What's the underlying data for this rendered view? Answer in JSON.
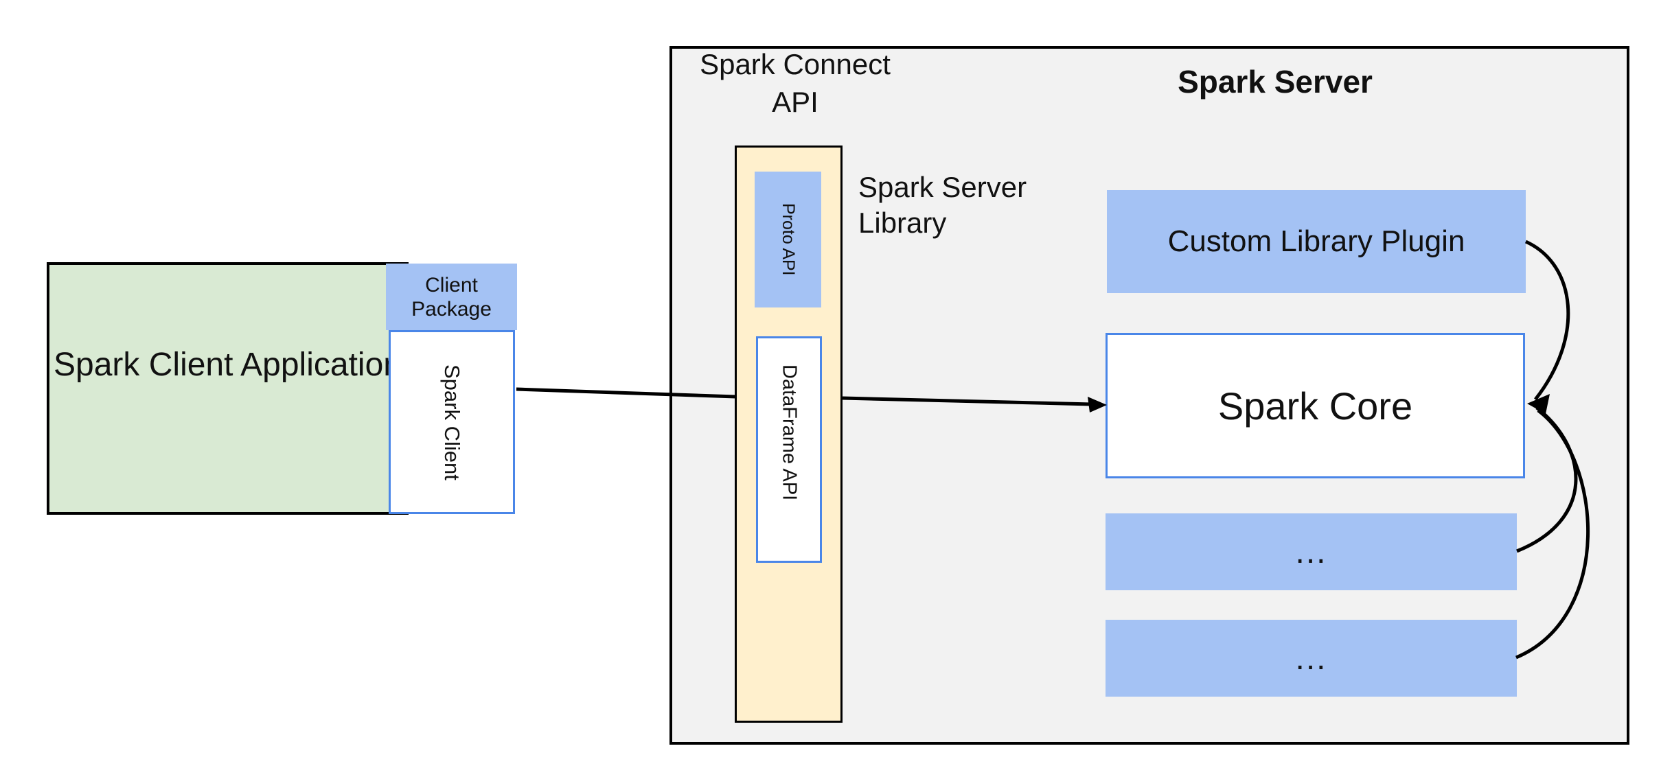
{
  "colors": {
    "canvas-bg": "#ffffff",
    "green-fill": "#d9ead3",
    "blue-fill": "#a4c2f4",
    "cream-fill": "#fff0cd",
    "panel-fill": "#f2f2f2",
    "blue-border": "#4a86e8",
    "line-color": "#000000",
    "text-color": "#111111"
  },
  "client": {
    "application_label": "Spark Client Application",
    "package_label": "Client Package",
    "spark_client_label": "Spark Client"
  },
  "connect": {
    "api_label": "Spark Connect API",
    "proto_api_label": "Proto API",
    "dataframe_api_label": "DataFrame API",
    "server_library_label": "Spark Server Library"
  },
  "server": {
    "title": "Spark Server",
    "plugin_label": "Custom Library Plugin",
    "core_label": "Spark Core",
    "module1_label": "...",
    "module2_label": "..."
  }
}
